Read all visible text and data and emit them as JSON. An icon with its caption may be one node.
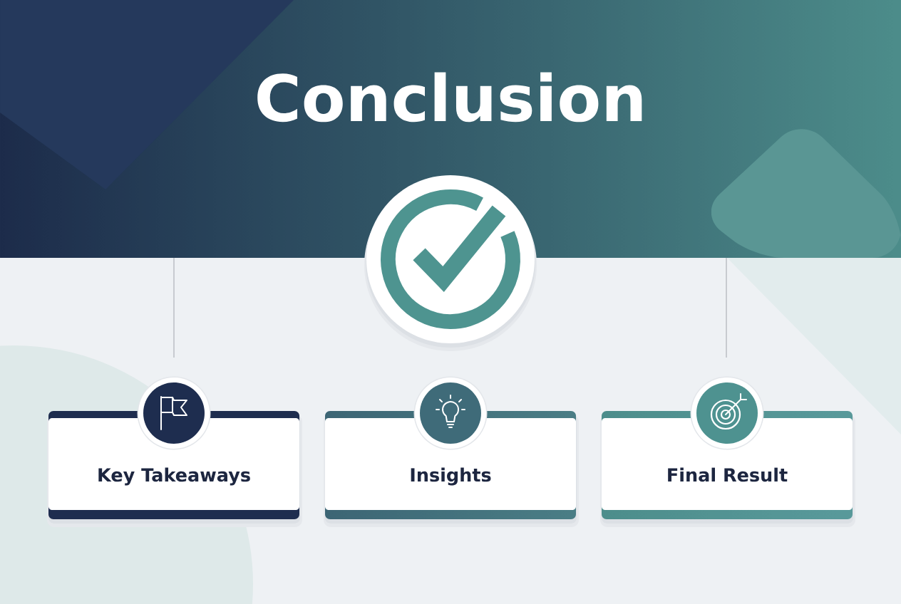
{
  "diagram": {
    "title": "Conclusion",
    "nodes": [
      {
        "text": [],
        "shape": "circle"
      },
      {
        "text": [
          "Key Takeaways"
        ]
      },
      {
        "text": [
          "Insights"
        ]
      },
      {
        "text": [
          "Final Result"
        ]
      }
    ]
  }
}
